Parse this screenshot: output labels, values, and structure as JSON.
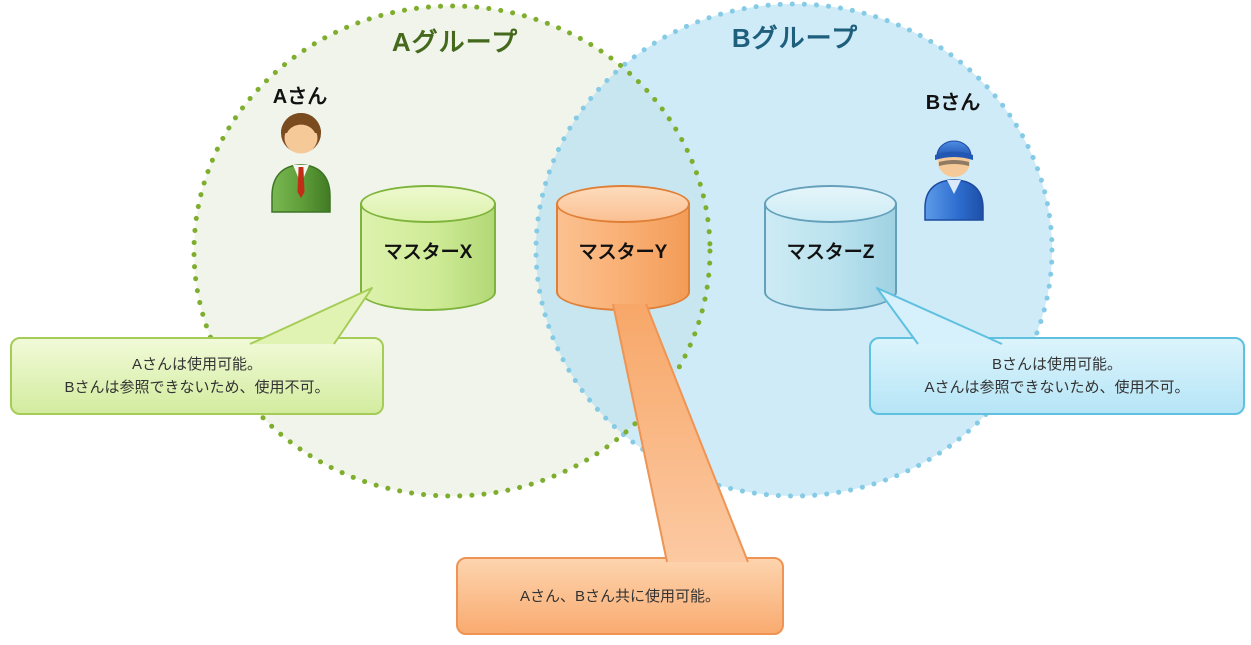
{
  "diagram": {
    "group_a": {
      "label": "Aグループ"
    },
    "group_b": {
      "label": "Bグループ"
    },
    "person_a": {
      "label": "Aさん"
    },
    "person_b": {
      "label": "Bさん"
    },
    "master_x": {
      "label": "マスターX"
    },
    "master_y": {
      "label": "マスターY"
    },
    "master_z": {
      "label": "マスターZ"
    },
    "callout_x": {
      "line1": "Aさんは使用可能。",
      "line2": "Bさんは参照できないため、使用不可。"
    },
    "callout_z": {
      "line1": "Bさんは使用可能。",
      "line2": "Aさんは参照できないため、使用不可。"
    },
    "callout_y": {
      "line1": "Aさん、Bさん共に使用可能。"
    }
  },
  "colors": {
    "group_a_border": "#7fae2f",
    "group_a_fill": "#f0f4ea",
    "group_a_title": "#44691c",
    "group_b_border": "#86cbe5",
    "group_b_fill": "#d5ecf7",
    "group_b_title": "#1e5f7d",
    "master_x_accent": "#7fb43c",
    "master_y_accent": "#e08038",
    "master_z_accent": "#64a0ba",
    "callout_x_border": "#a6cc58",
    "callout_y_border": "#ee9454",
    "callout_z_border": "#5fc0e0"
  }
}
